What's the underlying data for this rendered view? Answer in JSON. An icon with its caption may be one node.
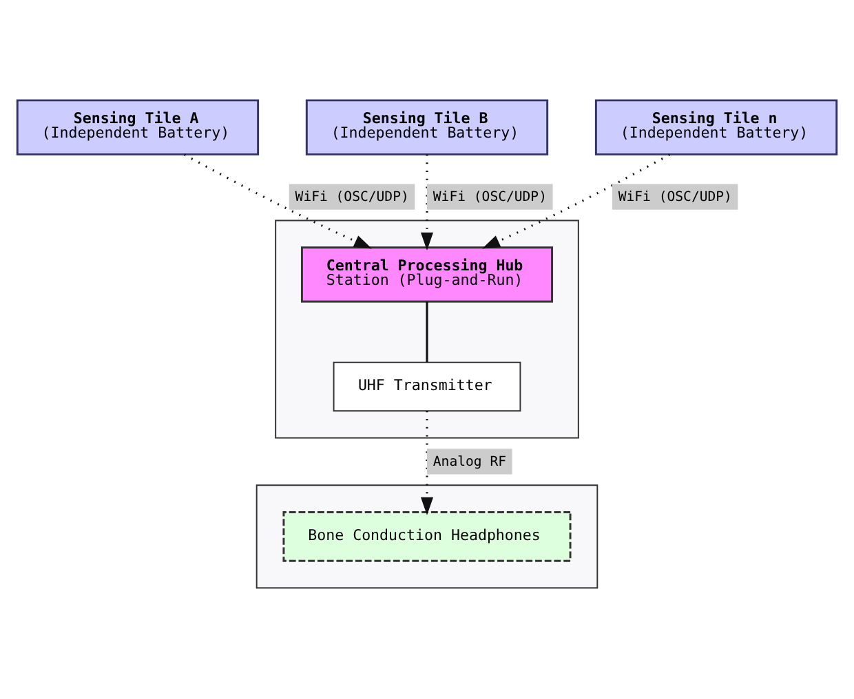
{
  "diagram": {
    "nodes": [
      {
        "text": [
          "Sensing Tile A",
          "(Independent Battery)"
        ]
      },
      {
        "text": [
          "Sensing Tile B",
          "(Independent Battery)"
        ]
      },
      {
        "text": [
          "Sensing Tile n",
          "(Independent Battery)"
        ]
      },
      {
        "text": [],
        "shape": "box"
      },
      {
        "text": [
          "Central Processing Hub",
          "Station (Plug-and-Run)"
        ],
        "in": 3
      },
      {
        "text": [
          "UHF Transmitter"
        ],
        "in": 3
      },
      {
        "text": [],
        "shape": "box"
      },
      {
        "text": [
          "Bone Conduction Headphones"
        ],
        "in": 6
      }
    ],
    "edges": [
      {
        "from": 0,
        "to": 4,
        "arrow": "to",
        "label": "WiFi (OSC/UDP)",
        "style": "dashed"
      },
      {
        "from": 1,
        "to": 4,
        "arrow": "to",
        "label": "WiFi (OSC/UDP)",
        "style": "dashed"
      },
      {
        "from": 2,
        "to": 4,
        "arrow": "to",
        "label": "WiFi (OSC/UDP)",
        "style": "dashed"
      },
      {
        "from": 4,
        "to": 5,
        "arrow": "none"
      },
      {
        "from": 5,
        "to": 7,
        "arrow": "to",
        "label": "Analog RF",
        "style": "dashed"
      }
    ]
  }
}
